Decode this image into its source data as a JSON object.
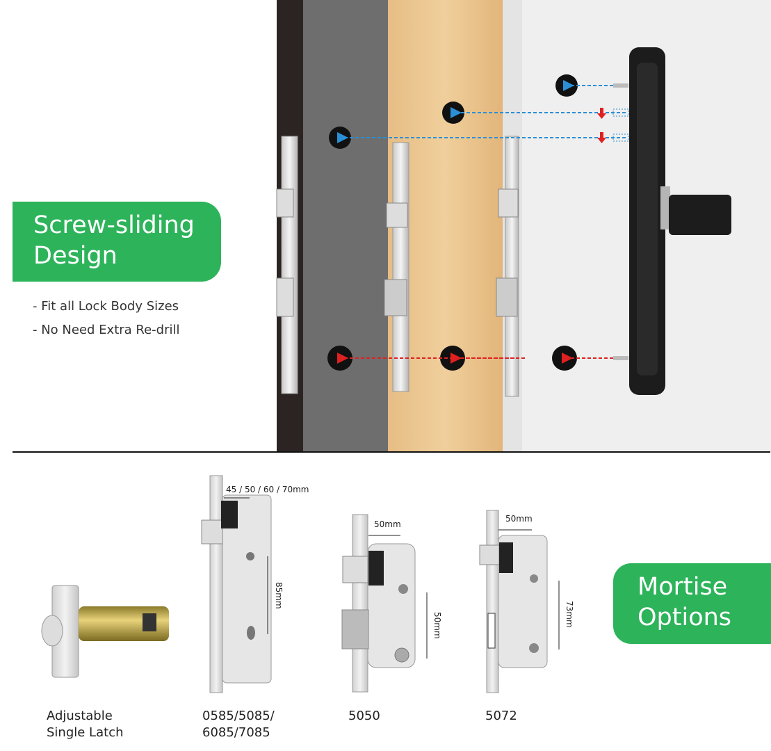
{
  "top_section": {
    "badge_title_line1": "Screw-sliding",
    "badge_title_line2": "Design",
    "bullets": [
      "- Fit all Lock Body Sizes",
      "- No Need Extra Re-drill"
    ],
    "arrow_colors": {
      "upper": "#2b8fd6",
      "lower": "#e02020"
    },
    "accent_color": "#2db35a"
  },
  "bottom_section": {
    "badge_title_line1": "Mortise",
    "badge_title_line2": "Options",
    "products": [
      {
        "label_line1": "Adjustable",
        "label_line2": "Single Latch"
      },
      {
        "label_line1": "0585/5085/",
        "label_line2": "6085/7085",
        "dim_width": "45 / 50 / 60 / 70mm",
        "dim_height": "85mm"
      },
      {
        "label_line1": "5050",
        "dim_width": "50mm",
        "dim_height": "50mm"
      },
      {
        "label_line1": "5072",
        "dim_width": "50mm",
        "dim_height": "73mm"
      }
    ]
  }
}
